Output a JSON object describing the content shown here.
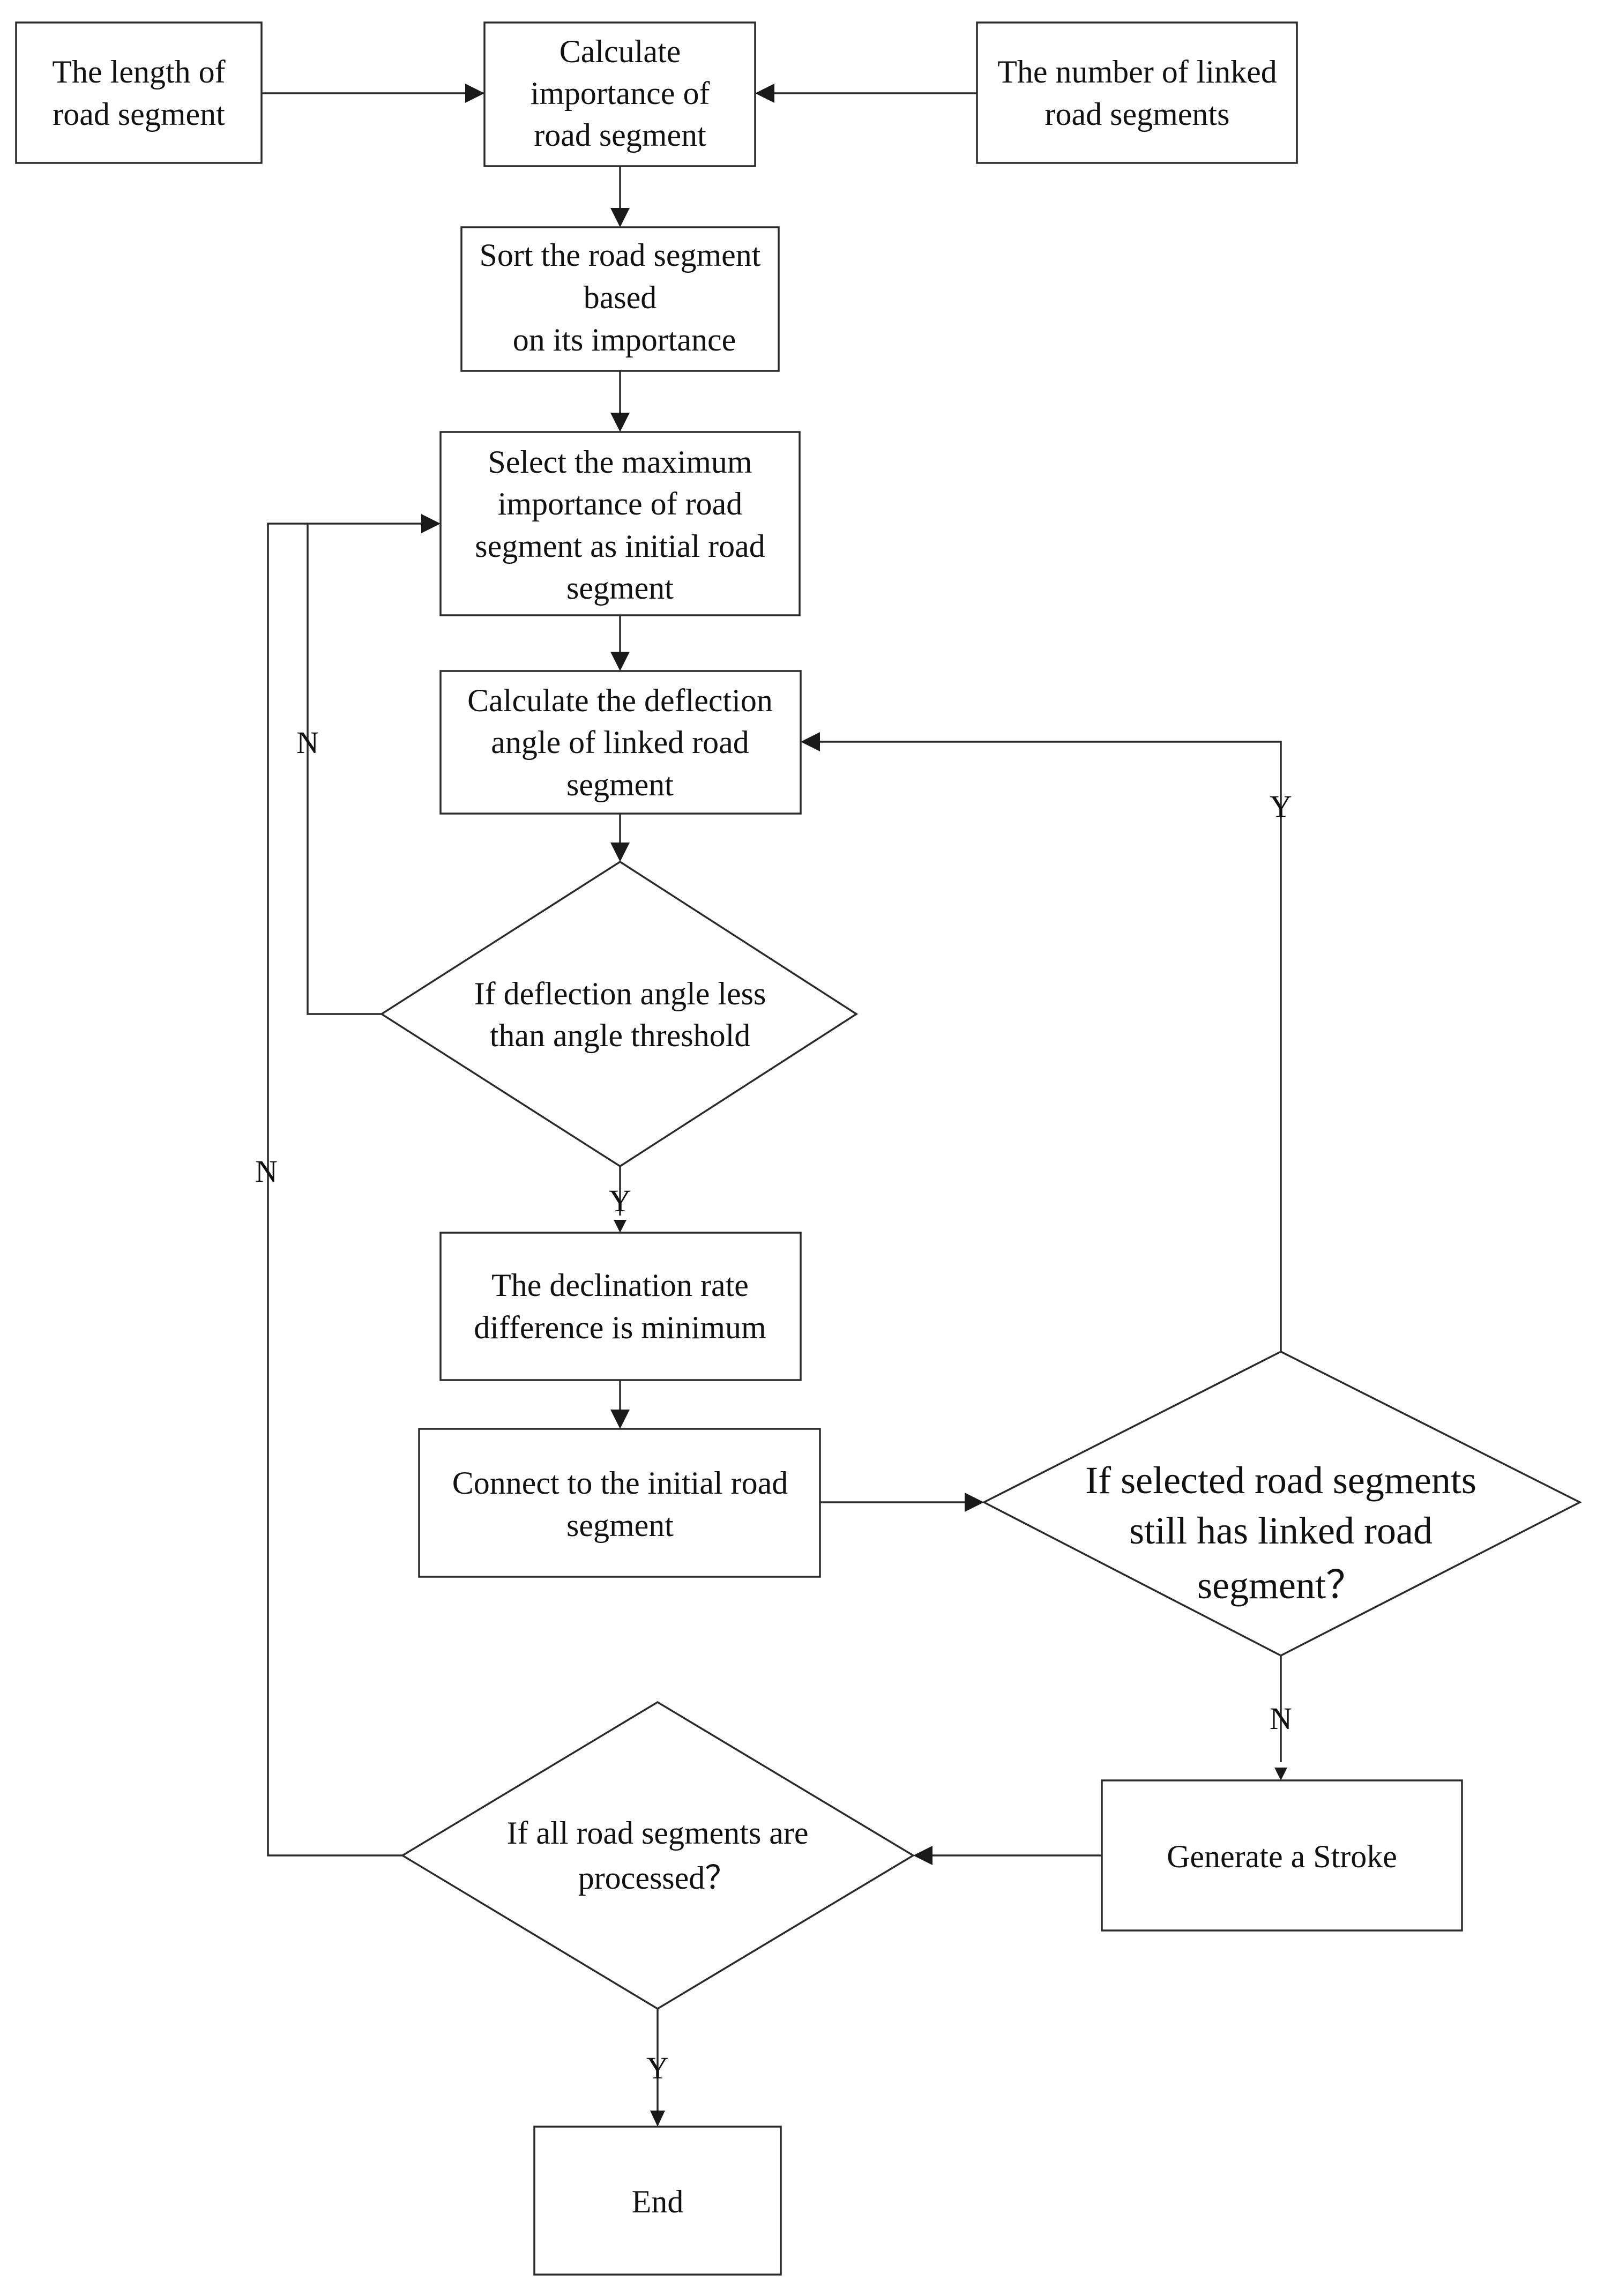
{
  "nodes": {
    "length": {
      "lines": [
        "The length of",
        "road segment"
      ]
    },
    "calc_importance": {
      "lines": [
        "Calculate",
        "importance of",
        "road segment"
      ]
    },
    "linked_count": {
      "lines": [
        "The number of linked",
        "road segments"
      ]
    },
    "sort": {
      "lines": [
        "Sort the road segment",
        "based",
        "on its importance"
      ]
    },
    "select": {
      "lines": [
        "Select the maximum",
        "importance of road",
        "segment  as initial road",
        "segment"
      ]
    },
    "deflection": {
      "lines": [
        "Calculate the deflection",
        "angle of linked road",
        "segment"
      ]
    },
    "angle_check": {
      "lines": [
        "If deflection angle less",
        "than angle threshold"
      ]
    },
    "declination": {
      "lines": [
        "The declination rate",
        "difference is minimum"
      ]
    },
    "connect": {
      "lines": [
        "Connect to the initial road",
        "segment"
      ]
    },
    "still_linked": {
      "lines": [
        "If selected road segments",
        "still has linked road",
        "segment？"
      ]
    },
    "stroke": {
      "lines": [
        "Generate a Stroke"
      ]
    },
    "all_processed": {
      "lines": [
        "If all road segments are",
        "processed？"
      ]
    },
    "end": {
      "lines": [
        "End"
      ]
    }
  },
  "edge_labels": {
    "angle_no": "N",
    "angle_yes": "Y",
    "linked_yes": "Y",
    "linked_no": "N",
    "processed_no": "N",
    "processed_yes": "Y"
  }
}
